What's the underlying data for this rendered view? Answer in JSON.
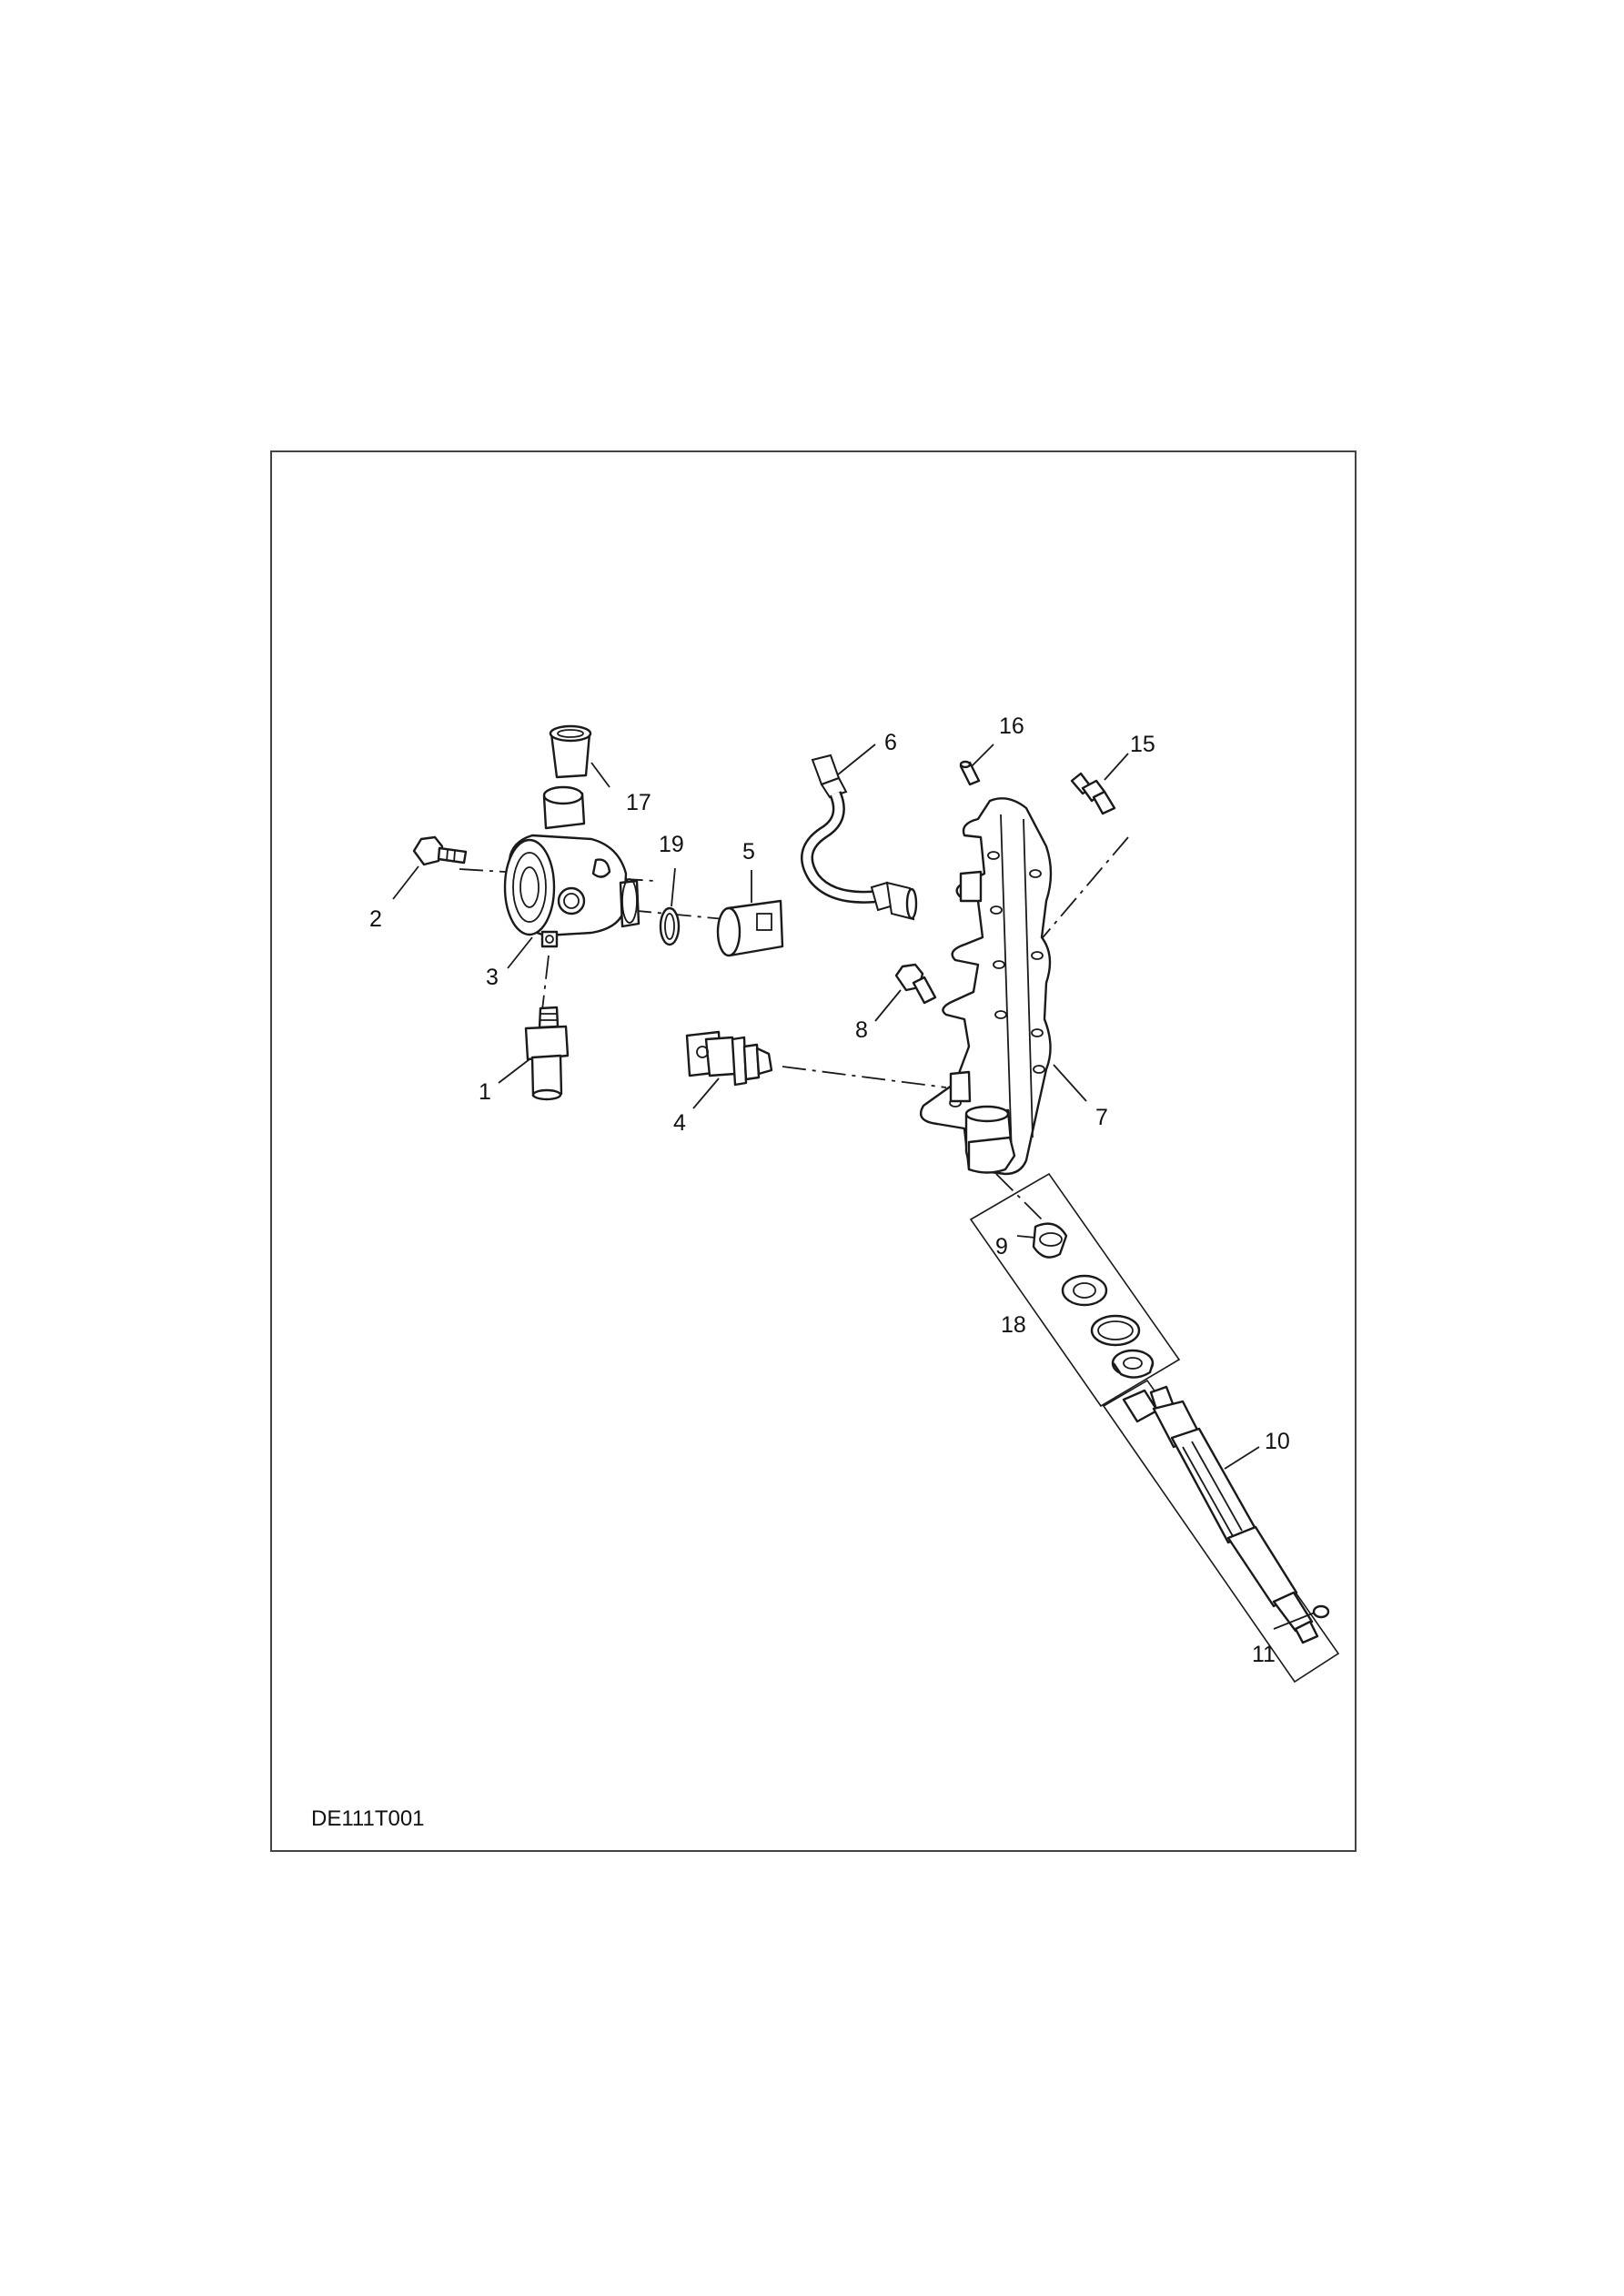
{
  "figure_code": "DE111T001",
  "callouts": {
    "c1": "1",
    "c2": "2",
    "c3": "3",
    "c4": "4",
    "c5": "5",
    "c6": "6",
    "c7": "7",
    "c8": "8",
    "c9": "9",
    "c10": "10",
    "c11": "11",
    "c15": "15",
    "c16": "16",
    "c17": "17",
    "c18": "18",
    "c19": "19"
  },
  "colors": {
    "ink": "#1a1a1a",
    "frame": "#444444",
    "background": "#ffffff"
  }
}
